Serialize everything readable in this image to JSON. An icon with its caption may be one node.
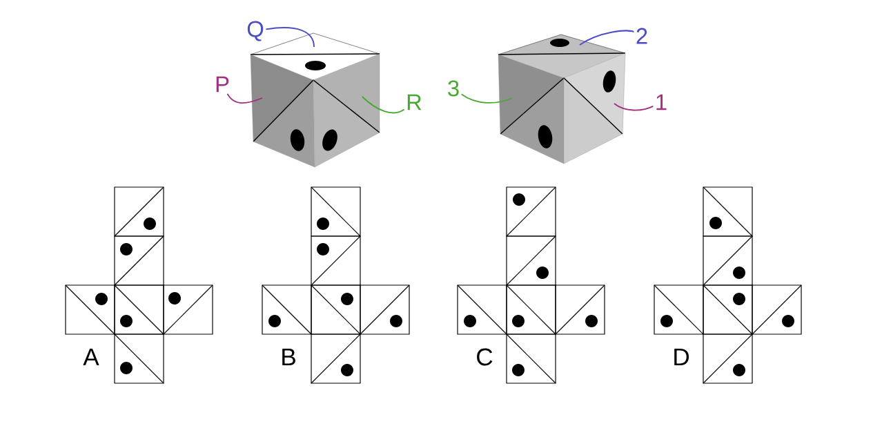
{
  "diagram": {
    "nodes": [
      {
        "text": [
          "Q"
        ]
      },
      {
        "text": [
          "2"
        ]
      },
      {
        "text": [
          "P"
        ]
      },
      {
        "text": [
          "3"
        ]
      },
      {
        "text": [
          "R"
        ]
      },
      {
        "text": [
          "1"
        ]
      },
      {
        "text": [],
        "shape": "picture"
      },
      {
        "text": [],
        "shape": "picture"
      }
    ],
    "edges": [
      {
        "from": 0,
        "to": 6,
        "arrow": "none",
        "color": "#4b4bc8"
      },
      {
        "from": 1,
        "to": 7,
        "arrow": "none",
        "color": "#4b4bc8"
      },
      {
        "from": 2,
        "to": 6,
        "arrow": "none",
        "color": "#a0307a"
      },
      {
        "from": 3,
        "to": 7,
        "arrow": "none",
        "color": "#48a832"
      },
      {
        "from": 4,
        "to": 6,
        "arrow": "none",
        "color": "#48a832"
      },
      {
        "from": 5,
        "to": 7,
        "arrow": "none",
        "color": "#a0307a"
      }
    ],
    "labels": [
      "A",
      "B",
      "C",
      "D"
    ]
  }
}
